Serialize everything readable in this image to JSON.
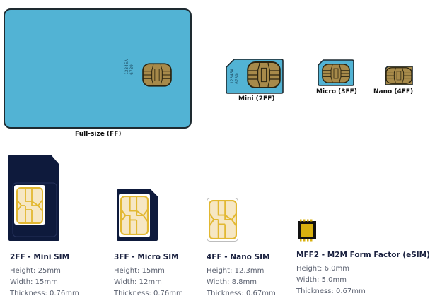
{
  "top_row": {
    "full_size": {
      "label": "Full-size (FF)",
      "serial_line1": "12345A",
      "serial_line2": "6789"
    },
    "mini": {
      "label": "Mini (2FF)",
      "serial_line1": "12345A",
      "serial_line2": "6789"
    },
    "micro": {
      "label": "Micro (3FF)"
    },
    "nano": {
      "label": "Nano (4FF)"
    }
  },
  "colors": {
    "card_blue": "#52b3d4",
    "card_outline": "#1e2a30",
    "chip_gold": "#a78a4a",
    "sim_navy": "#0e1a3c",
    "chip_cream": "#f6e7c4",
    "chip_yellow": "#e2b832",
    "esim_gold": "#d9b10f"
  },
  "sims": [
    {
      "title": "2FF - Mini SIM",
      "height": "Height: 25mm",
      "width": "Width: 15mm",
      "thickness": "Thickness: 0.76mm"
    },
    {
      "title": "3FF - Micro SIM",
      "height": "Height: 15mm",
      "width": "Width: 12mm",
      "thickness": "Thickness: 0.76mm"
    },
    {
      "title": "4FF - Nano SIM",
      "height": "Height: 12.3mm",
      "width": "Width: 8.8mm",
      "thickness": "Thickness: 0.67mm"
    },
    {
      "title": "MFF2 - M2M Form Factor (eSIM)",
      "height": "Height: 6.0mm",
      "width": "Width: 5.0mm",
      "thickness": "Thickness: 0.67mm"
    }
  ]
}
